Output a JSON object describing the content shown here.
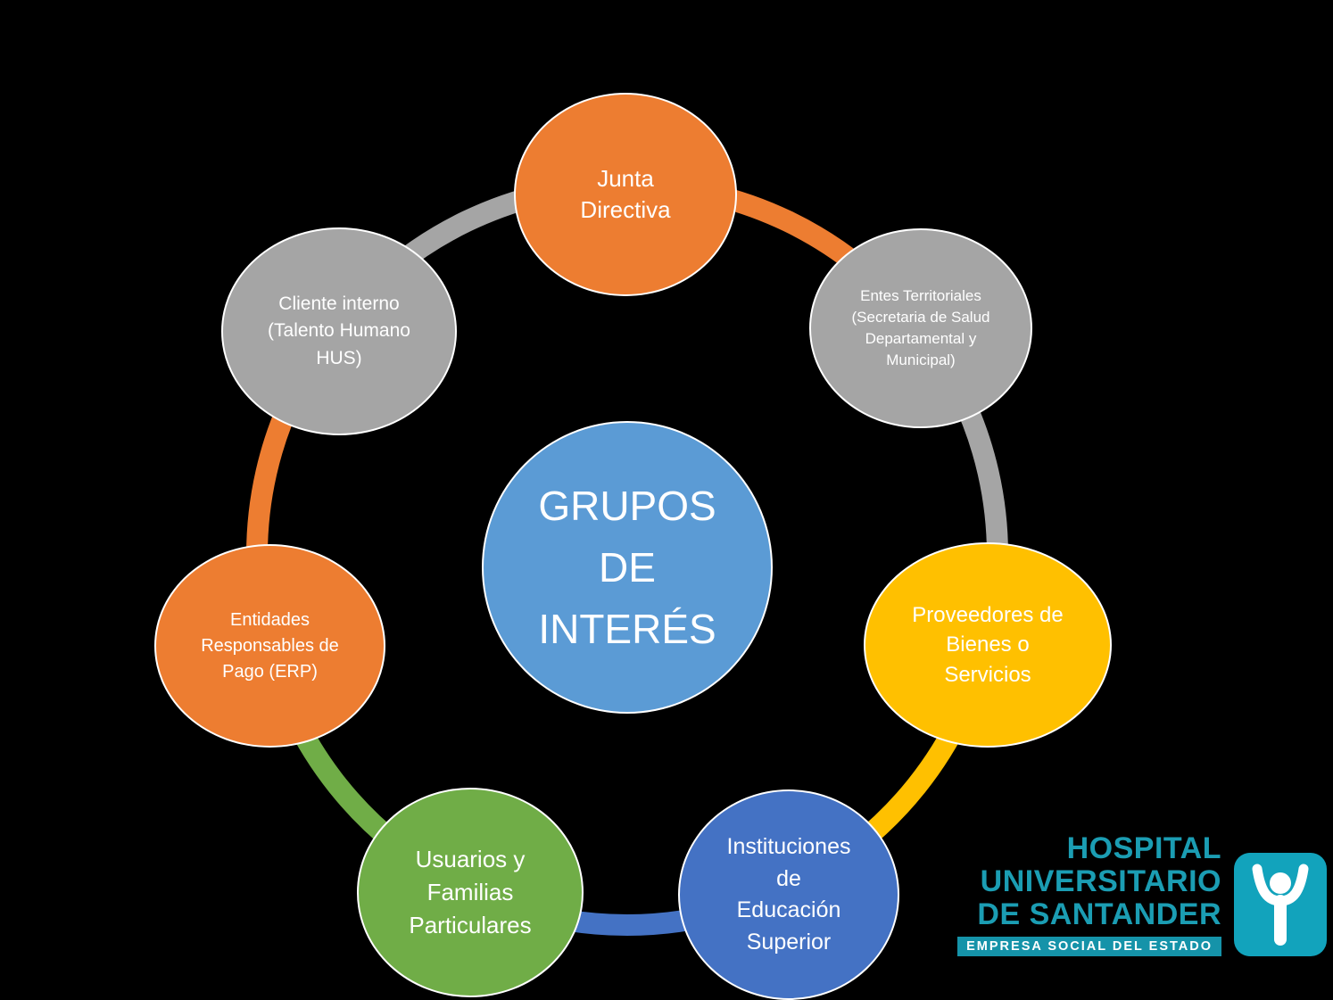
{
  "title": "GRUPOS DE INTERÉS",
  "background_color": "#000000",
  "center": {
    "label": "GRUPOS\nDE\nINTERÉS",
    "color": "#5B9BD5"
  },
  "nodes": [
    {
      "id": "junta-directiva",
      "label": "Junta\nDirectiva",
      "color": "#ED7D31"
    },
    {
      "id": "entes-territoriales",
      "label": "Entes Territoriales\n(Secretaria de Salud\nDepartamental y\nMunicipal)",
      "color": "#A5A5A5"
    },
    {
      "id": "proveedores",
      "label": "Proveedores de\nBienes o\nServicios",
      "color": "#FFC000"
    },
    {
      "id": "instituciones",
      "label": "Instituciones\nde\nEducación\nSuperior",
      "color": "#4472C4"
    },
    {
      "id": "usuarios",
      "label": "Usuarios  y\nFamilias\nParticulares",
      "color": "#70AD47"
    },
    {
      "id": "entidades",
      "label": "Entidades\nResponsables de\nPago (ERP)",
      "color": "#ED7D31"
    },
    {
      "id": "cliente-interno",
      "label": "Cliente interno\n(Talento Humano\nHUS)",
      "color": "#A5A5A5"
    }
  ],
  "logo": {
    "line1": "HOSPITAL",
    "line2": "UNIVERSITARIO",
    "line3": "DE SANTANDER",
    "tagline": "EMPRESA SOCIAL DEL ESTADO",
    "text_color": "#1B9DB3",
    "bar_color": "#1593A9",
    "icon_color": "#12A3BC"
  }
}
